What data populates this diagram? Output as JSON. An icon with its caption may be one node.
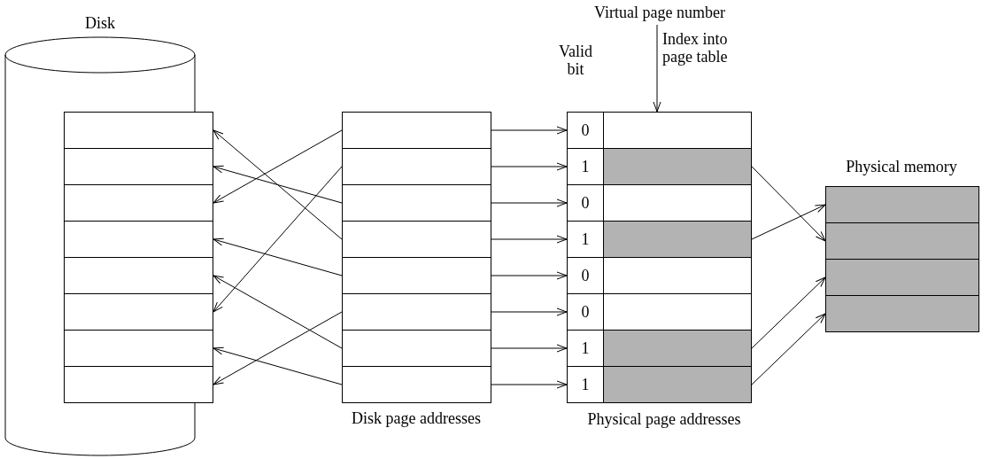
{
  "diagram": {
    "nodes": [
      {
        "text": [
          "Disk"
        ]
      },
      {
        "text": [],
        "shape": "box",
        "in": 0
      },
      {
        "text": [],
        "shape": "box",
        "in": 0
      },
      {
        "text": [],
        "shape": "box",
        "in": 0
      },
      {
        "text": [],
        "shape": "box",
        "in": 0
      },
      {
        "text": [],
        "shape": "box",
        "in": 0
      },
      {
        "text": [],
        "shape": "box",
        "in": 0
      },
      {
        "text": [],
        "shape": "box",
        "in": 0
      },
      {
        "text": [],
        "shape": "box",
        "in": 0
      },
      {
        "text": [
          "Disk page addresses"
        ]
      },
      {
        "text": [],
        "shape": "box",
        "in": 9
      },
      {
        "text": [],
        "shape": "box",
        "in": 9
      },
      {
        "text": [],
        "shape": "box",
        "in": 9
      },
      {
        "text": [],
        "shape": "box",
        "in": 9
      },
      {
        "text": [],
        "shape": "box",
        "in": 9
      },
      {
        "text": [],
        "shape": "box",
        "in": 9
      },
      {
        "text": [],
        "shape": "box",
        "in": 9
      },
      {
        "text": [],
        "shape": "box",
        "in": 9
      },
      {
        "text": [
          "Virtual page number"
        ]
      },
      {
        "text": [
          "Valid bit",
          "Physical page addresses"
        ]
      },
      {
        "text": [
          "0"
        ],
        "in": 19
      },
      {
        "text": [],
        "shape": "box",
        "in": 19
      },
      {
        "text": [
          "1"
        ],
        "in": 19
      },
      {
        "text": [],
        "shape": "box",
        "in": 19
      },
      {
        "text": [
          "0"
        ],
        "in": 19
      },
      {
        "text": [],
        "shape": "box",
        "in": 19
      },
      {
        "text": [
          "1"
        ],
        "in": 19
      },
      {
        "text": [],
        "shape": "box",
        "in": 19
      },
      {
        "text": [
          "0"
        ],
        "in": 19
      },
      {
        "text": [],
        "shape": "box",
        "in": 19
      },
      {
        "text": [
          "0"
        ],
        "in": 19
      },
      {
        "text": [],
        "shape": "box",
        "in": 19
      },
      {
        "text": [
          "1"
        ],
        "in": 19
      },
      {
        "text": [],
        "shape": "box",
        "in": 19
      },
      {
        "text": [
          "1"
        ],
        "in": 19
      },
      {
        "text": [],
        "shape": "box",
        "in": 19
      },
      {
        "text": [
          "Physical memory"
        ]
      },
      {
        "text": [],
        "shape": "box",
        "in": 36
      },
      {
        "text": [],
        "shape": "box",
        "in": 36
      },
      {
        "text": [],
        "shape": "box",
        "in": 36
      },
      {
        "text": [],
        "shape": "box",
        "in": 36
      }
    ],
    "edges": [
      {
        "from": 10,
        "to": 3,
        "arrow": "to"
      },
      {
        "from": 11,
        "to": 6,
        "arrow": "to"
      },
      {
        "from": 12,
        "to": 2,
        "arrow": "to"
      },
      {
        "from": 13,
        "to": 1,
        "arrow": "to"
      },
      {
        "from": 14,
        "to": 4,
        "arrow": "to"
      },
      {
        "from": 15,
        "to": 8,
        "arrow": "to"
      },
      {
        "from": 16,
        "to": 5,
        "arrow": "to"
      },
      {
        "from": 17,
        "to": 7,
        "arrow": "to"
      },
      {
        "from": 10,
        "to": 20,
        "arrow": "to"
      },
      {
        "from": 11,
        "to": 22,
        "arrow": "to"
      },
      {
        "from": 12,
        "to": 24,
        "arrow": "to"
      },
      {
        "from": 13,
        "to": 26,
        "arrow": "to"
      },
      {
        "from": 14,
        "to": 28,
        "arrow": "to"
      },
      {
        "from": 15,
        "to": 30,
        "arrow": "to"
      },
      {
        "from": 16,
        "to": 32,
        "arrow": "to"
      },
      {
        "from": 17,
        "to": 34,
        "arrow": "to"
      },
      {
        "from": 18,
        "to": 21,
        "arrow": "to",
        "label": "Index into page table"
      },
      {
        "from": 23,
        "to": 38,
        "arrow": "to"
      },
      {
        "from": 27,
        "to": 37,
        "arrow": "to"
      },
      {
        "from": 33,
        "to": 39,
        "arrow": "to"
      },
      {
        "from": 35,
        "to": 40,
        "arrow": "to"
      }
    ]
  }
}
